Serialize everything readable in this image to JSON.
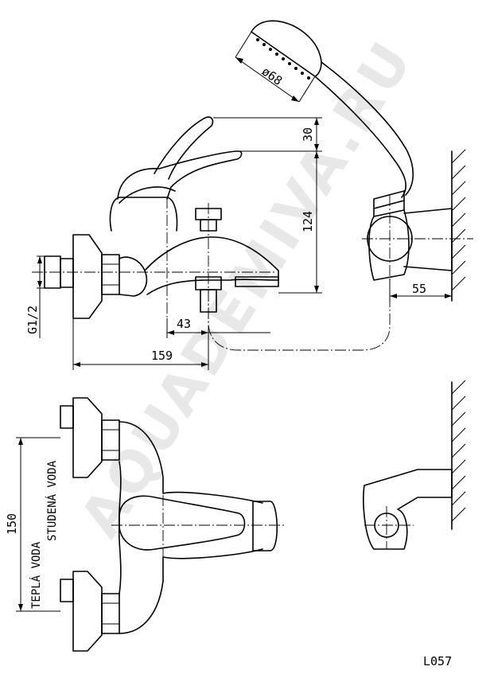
{
  "dimensions": {
    "diameter": "ø68",
    "top_gap": "30",
    "height": "124",
    "wall_offset": "55",
    "thread": "G1/2",
    "spout_offset": "43",
    "total_length": "159",
    "inlet_spacing": "150"
  },
  "labels": {
    "cold_water": "STUDENÁ VODA",
    "hot_water": "TEPLÁ VODA"
  },
  "watermark": "AQUADEMIVA.RU",
  "model_code": "L057"
}
